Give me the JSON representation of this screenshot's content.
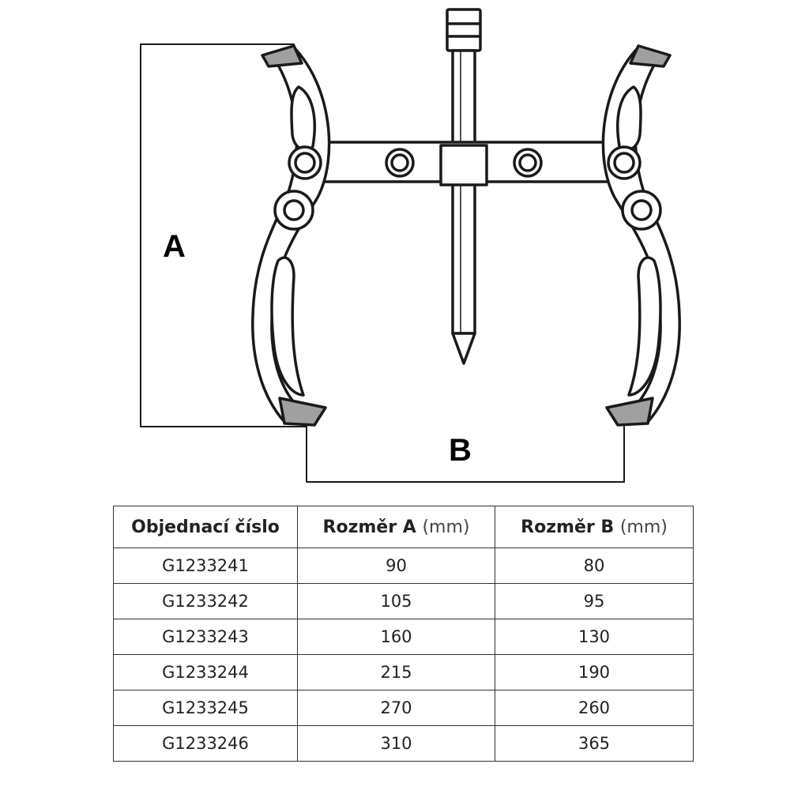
{
  "diagram": {
    "label_a": "A",
    "label_b": "B",
    "icon": "two-jaw-gear-puller-icon",
    "colors": {
      "outline": "#1a1a1a",
      "jaw_tip": "#a0a0a0",
      "background": "#ffffff"
    }
  },
  "table": {
    "headers": [
      {
        "main": "Objednací číslo",
        "unit": ""
      },
      {
        "main": "Rozměr A",
        "unit": "(mm)"
      },
      {
        "main": "Rozměr B",
        "unit": "(mm)"
      }
    ],
    "rows": [
      [
        "G1233241",
        "90",
        "80"
      ],
      [
        "G1233242",
        "105",
        "95"
      ],
      [
        "G1233243",
        "160",
        "130"
      ],
      [
        "G1233244",
        "215",
        "190"
      ],
      [
        "G1233245",
        "270",
        "260"
      ],
      [
        "G1233246",
        "310",
        "365"
      ]
    ]
  }
}
